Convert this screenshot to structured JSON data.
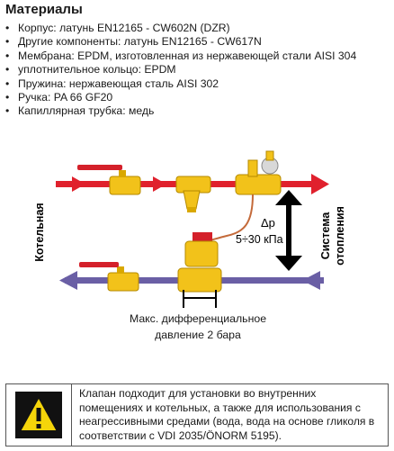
{
  "heading": "Материалы",
  "materials": [
    "Корпус: латунь EN12165 - CW602N (DZR)",
    "Другие компоненты: латунь EN12165 - CW617N",
    "Мембрана: EPDM, изготовленная из нержавеющей стали AISI 304",
    "уплотнительное кольцо: EPDM",
    "Пружина: нержавеющая сталь AISI 302",
    "Ручка: PA 66 GF20",
    "Капиллярная трубка: медь"
  ],
  "diagram": {
    "left_label": "Котельная",
    "right_label_line1": "Система",
    "right_label_line2": "отопления",
    "dp_symbol": "Δp",
    "dp_range": "5÷30 кПа",
    "caption_line1": "Макс. дифференциальное",
    "caption_line2": "давление 2 бара",
    "colors": {
      "supply": "#e0212d",
      "return": "#6a5fa5",
      "brass": "#f2c21a"
    }
  },
  "notice": {
    "icon": "warning-icon",
    "text": "Клапан подходит для установки во внутренних помещениях и котельных, а также для использования с неагрессивными средами (вода, вода на основе гликоля в соответствии с VDI 2035/ÖNORM 5195)."
  }
}
